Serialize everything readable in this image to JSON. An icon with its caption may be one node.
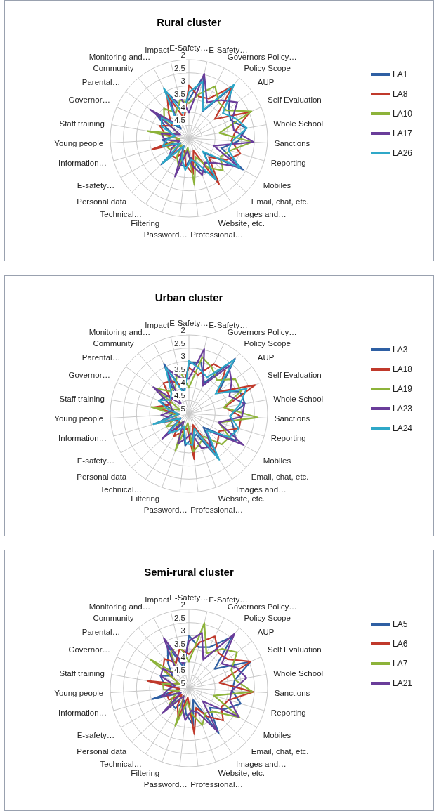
{
  "diagram": {
    "labels": [
      "Rural cluster",
      "E-Safety…",
      "E-Safety…",
      "Governors Policy…",
      "Policy Scope",
      "AUP",
      "Self Evaluation",
      "Whole School",
      "Sanctions",
      "Reporting",
      "Mobiles",
      "Email, chat, etc.",
      "Images and…",
      "Website, etc.",
      "Professional…",
      "Password…",
      "Filtering",
      "Technical…",
      "Personal data",
      "E-safety…",
      "Information…",
      "Young people",
      "Staff training",
      "Governor…",
      "Parental…",
      "Community",
      "Monitoring and…",
      "Impact",
      "2",
      "2.5",
      "3",
      "3.5",
      "4",
      "4.5",
      "Urban cluster",
      "E-Safety…",
      "E-Safety…",
      "Governors Policy…",
      "Policy Scope",
      "AUP",
      "Self Evaluation",
      "Whole School",
      "Sanctions",
      "Reporting",
      "Mobiles",
      "Email, chat, etc.",
      "Images and…",
      "Website, etc.",
      "Professional…",
      "Password…",
      "Filtering",
      "Technical…",
      "Personal data",
      "E-safety…",
      "Information…",
      "Young people",
      "Staff training",
      "Governor…",
      "Parental…",
      "Community",
      "Monitoring and…",
      "Impact",
      "2",
      "2.5",
      "3",
      "3.5",
      "4",
      "4.5",
      "5",
      "Semi-rural cluster",
      "E-Safety…",
      "E-Safety…",
      "Governors Policy…",
      "Policy Scope",
      "AUP",
      "Self Evaluation",
      "Whole School",
      "Sanctions",
      "Reporting",
      "Mobiles",
      "Email, chat, etc.",
      "Images and…",
      "Website, etc.",
      "Professional…",
      "Password…",
      "Filtering",
      "Technical…",
      "Personal data",
      "E-safety…",
      "Information…",
      "Young people",
      "Staff training",
      "Governor…",
      "Parental…",
      "Community",
      "Monitoring and…",
      "Impact",
      "2",
      "2.5",
      "3",
      "3.5",
      "4",
      "4.5",
      "5"
    ],
    "legend": [
      {
        "text": "LA1",
        "color": "#2e5fa3"
      },
      {
        "text": "LA8",
        "color": "#c0392b"
      },
      {
        "text": "LA10",
        "color": "#8db33a"
      },
      {
        "text": "LA17",
        "color": "#6a3d9a"
      },
      {
        "text": "LA26",
        "color": "#2fa8c8"
      },
      {
        "text": "LA3",
        "color": "#2e5fa3"
      },
      {
        "text": "LA18",
        "color": "#c0392b"
      },
      {
        "text": "LA19",
        "color": "#8db33a"
      },
      {
        "text": "LA23",
        "color": "#6a3d9a"
      },
      {
        "text": "LA24",
        "color": "#2fa8c8"
      },
      {
        "text": "LA5",
        "color": "#2e5fa3"
      },
      {
        "text": "LA6",
        "color": "#c0392b"
      },
      {
        "text": "LA7",
        "color": "#8db33a"
      },
      {
        "text": "LA21",
        "color": "#6a3d9a"
      }
    ]
  }
}
